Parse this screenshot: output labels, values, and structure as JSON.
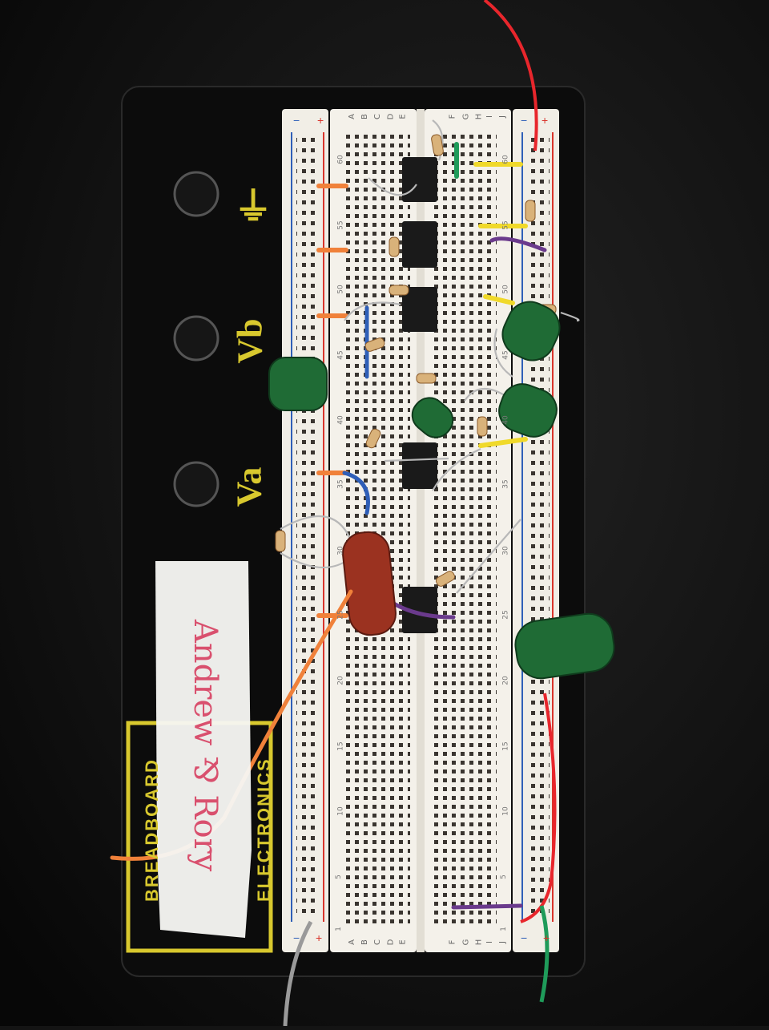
{
  "board_labels": {
    "ground": "⏚",
    "va": "Va",
    "vb": "Vb",
    "brand_top": "BREADBOARD",
    "brand_bottom": "ELECTRONICS"
  },
  "tape_note": "Andrew ⅋ Rory",
  "rail_signs": {
    "minus": "−",
    "plus": "+"
  },
  "column_letters_left": [
    "A",
    "B",
    "C",
    "D",
    "E"
  ],
  "column_letters_right": [
    "F",
    "G",
    "H",
    "I",
    "J"
  ],
  "row_numbers": [
    "1",
    "5",
    "10",
    "15",
    "20",
    "25",
    "30",
    "35",
    "40",
    "45",
    "50",
    "55",
    "60"
  ],
  "colors": {
    "board_plate": "#0d0d0d",
    "breadboard": "#f3f0e8",
    "rail_red": "#d9342b",
    "rail_blue": "#2f5fb8",
    "label_yellow": "#d8c82e",
    "cap_green": "#1f6b35",
    "cap_red": "#9b3220",
    "wire_orange": "#f0813a",
    "wire_yellow": "#f0d92a",
    "wire_purple": "#6a3a8c",
    "wire_red": "#e8262c",
    "wire_green": "#1f9b5a"
  }
}
